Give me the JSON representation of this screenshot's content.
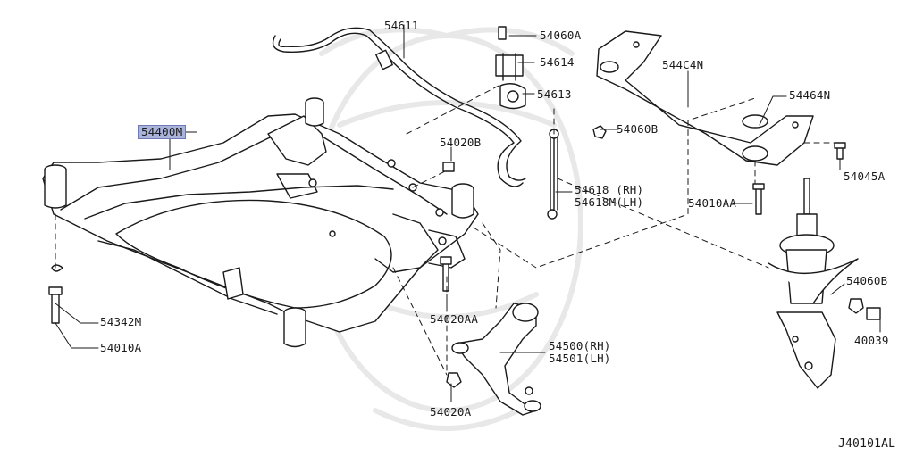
{
  "colors": {
    "line": "#1a1a1a",
    "part_fill": "#ffffff",
    "highlight": "#a9b3dc",
    "watermark": "#e6e6e6"
  },
  "parts": {
    "p54400M": "54400M",
    "p54611": "54611",
    "p54060A": "54060A",
    "p54614": "54614",
    "p54613": "54613",
    "p544C4N": "544C4N",
    "p54464N": "54464N",
    "p54020B": "54020B",
    "p54060B_top": "54060B",
    "p54618_rh": "54618 (RH)",
    "p54618M_lh": "54618M(LH)",
    "p54010AA": "54010AA",
    "p54045A": "54045A",
    "p54060B_right": "54060B",
    "p40039": "40039",
    "p54342M": "54342M",
    "p54010A": "54010A",
    "p54020AA": "54020AA",
    "p54500_rh": "54500(RH)",
    "p54501_lh": "54501(LH)",
    "p54020A": "54020A"
  },
  "figure_code": "J40101AL"
}
